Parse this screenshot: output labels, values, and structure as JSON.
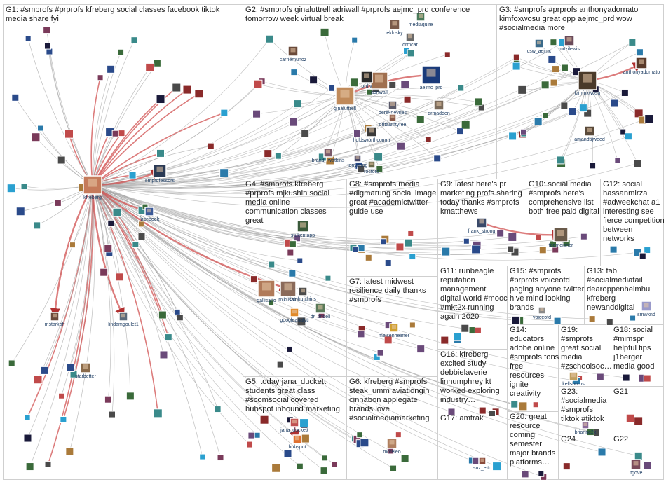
{
  "colors": {
    "box_border": "#cfcfcf",
    "edge": "#a8a8a8",
    "edge_dark": "#7a7a7a",
    "strong_edge": "#d05050",
    "strong_edge_dark": "#b03030",
    "group_text": "#222222",
    "node_label": "#17375e"
  },
  "groups": [
    {
      "id": "G1",
      "label": "G1: #smprofs #prprofs kfreberg social classes facebook tiktok media share fyi"
    },
    {
      "id": "G2",
      "label": "G2: #smprofs ginaluttrell adriwall #prprofs aejmc_prd conference tomorrow week virtual break"
    },
    {
      "id": "G3",
      "label": "G3: #smprofs #prprofs anthonyadornato kimfoxwosu great opp aejmc_prd wow #socialmedia more"
    },
    {
      "id": "G4",
      "label": "G4: #smprofs kfreberg #prprofs mjkushin social media online communication classes great"
    },
    {
      "id": "G5",
      "label": "G5: today jana_duckett students great class #scomsocial covered hubspot inbound marketing"
    },
    {
      "id": "G6",
      "label": "G6: kfreberg #smprofs steak_umm aviationgin cinnabon applegate brands love #socialmediamarketing students"
    },
    {
      "id": "G7",
      "label": "G7: latest midwest resilience daily thanks #smprofs"
    },
    {
      "id": "G8",
      "label": "G8: #smprofs media #digmarung social image great #academictwitter guide use"
    },
    {
      "id": "G9",
      "label": "G9: latest here's pr marketing profs sharing today thanks #smprofs kmatthews"
    },
    {
      "id": "G10",
      "label": "G10: social media #smprofs here's comprehensive list both free paid digital"
    },
    {
      "id": "G11",
      "label": "G11: runbeagle reputation management digital world #mooc #mkt2x running again 2020"
    },
    {
      "id": "G12",
      "label": "G12: social hassanmirza #adweekchat a1 interesting see fierce competition between networks"
    },
    {
      "id": "G13",
      "label": "G13: fab #socialmediafail dearoppenheimhu kfreberg newanddigital #smprofs smwknd…"
    },
    {
      "id": "G14",
      "label": "G14: educators adobe online #smprofs tons free resources ignite creativity classroom"
    },
    {
      "id": "G15",
      "label": "G15: #smprofs #prprofs voiceofd paging anyone twitter hive mind looking brands"
    },
    {
      "id": "G16",
      "label": "G16: kfreberg excited study debbielaverie linhumphrey kt worked exploring industry…"
    },
    {
      "id": "G17",
      "label": "G17: amtrak"
    },
    {
      "id": "G18",
      "label": "G18: social #mimspr helpful tips j1berger media good time…"
    },
    {
      "id": "G19",
      "label": "G19: #smprofs great social media #zschoolsoc…"
    },
    {
      "id": "G20",
      "label": "G20: great resource coming semester major brands platforms…"
    },
    {
      "id": "G21",
      "label": "G21"
    },
    {
      "id": "G22",
      "label": "G22"
    },
    {
      "id": "G23",
      "label": "G23: #socialmedia #smprofs tiktok #tiktok"
    },
    {
      "id": "G24",
      "label": "G24"
    }
  ],
  "nodes": [
    {
      "id": "kfreberg",
      "label": "kfreberg"
    },
    {
      "id": "smprofessors",
      "label": "smprofessors"
    },
    {
      "id": "facebook",
      "label": "facebook"
    },
    {
      "id": "lindamgoulet1",
      "label": "lindamgoulet1"
    },
    {
      "id": "mstarkoff",
      "label": "mstarkoff"
    },
    {
      "id": "starbetter",
      "label": "starbetter"
    },
    {
      "id": "ginaluttrell",
      "label": "ginaluttrell"
    },
    {
      "id": "adriwall",
      "label": "adriwall"
    },
    {
      "id": "aejmc_prd",
      "label": "aejmc_prd"
    },
    {
      "id": "prdiv",
      "label": "prdiv"
    },
    {
      "id": "eklnsky",
      "label": "eklnsky"
    },
    {
      "id": "drmcar",
      "label": "drmcar"
    },
    {
      "id": "carriemunoz",
      "label": "carriemunoz"
    },
    {
      "id": "derekdevries",
      "label": "derekdevries"
    },
    {
      "id": "drmadden",
      "label": "drmadden"
    },
    {
      "id": "dritaamtyree",
      "label": "dritaamtyree"
    },
    {
      "id": "holdsworthcomm",
      "label": "holdsworthcomm"
    },
    {
      "id": "brandi_watkins",
      "label": "brandi_watkins"
    },
    {
      "id": "tonydang",
      "label": "tonydang"
    },
    {
      "id": "rocford",
      "label": "rocford"
    },
    {
      "id": "mediaquire",
      "label": "mediaquire"
    },
    {
      "id": "csw_aejmc",
      "label": "csw_aejmc"
    },
    {
      "id": "mitzilewis",
      "label": "mitzilewis"
    },
    {
      "id": "anthonyadornato",
      "label": "anthonyadornato"
    },
    {
      "id": "kimfoxwosu",
      "label": "kimfoxwosu"
    },
    {
      "id": "amandajweed",
      "label": "amandajweed"
    },
    {
      "id": "stukentapp",
      "label": "stukentapp"
    },
    {
      "id": "mjkushin",
      "label": "mjkushin"
    },
    {
      "id": "gallicano",
      "label": "gallicano"
    },
    {
      "id": "benhutchins",
      "label": "benhutchins"
    },
    {
      "id": "googleanalytics",
      "label": "googleanalyti"
    },
    {
      "id": "dr_tindell",
      "label": "dr_tindell"
    },
    {
      "id": "melsenheimer",
      "label": "melsenheimer"
    },
    {
      "id": "frank_strong",
      "label": "frank_strong"
    },
    {
      "id": "todmeisner",
      "label": "todmeisner"
    },
    {
      "id": "voiceofd",
      "label": "voiceofd"
    },
    {
      "id": "smwknd",
      "label": "smwknd"
    },
    {
      "id": "kellsburns",
      "label": "kellsburns"
    },
    {
      "id": "brianne2k",
      "label": "brianne2k"
    },
    {
      "id": "jana_duckett",
      "label": "jana_duckett"
    },
    {
      "id": "hubspot",
      "label": "hubspot"
    },
    {
      "id": "moreleo",
      "label": "moreleo"
    },
    {
      "id": "suz_elto",
      "label": "suz_elto"
    },
    {
      "id": "ltgove",
      "label": "ltgove"
    }
  ]
}
